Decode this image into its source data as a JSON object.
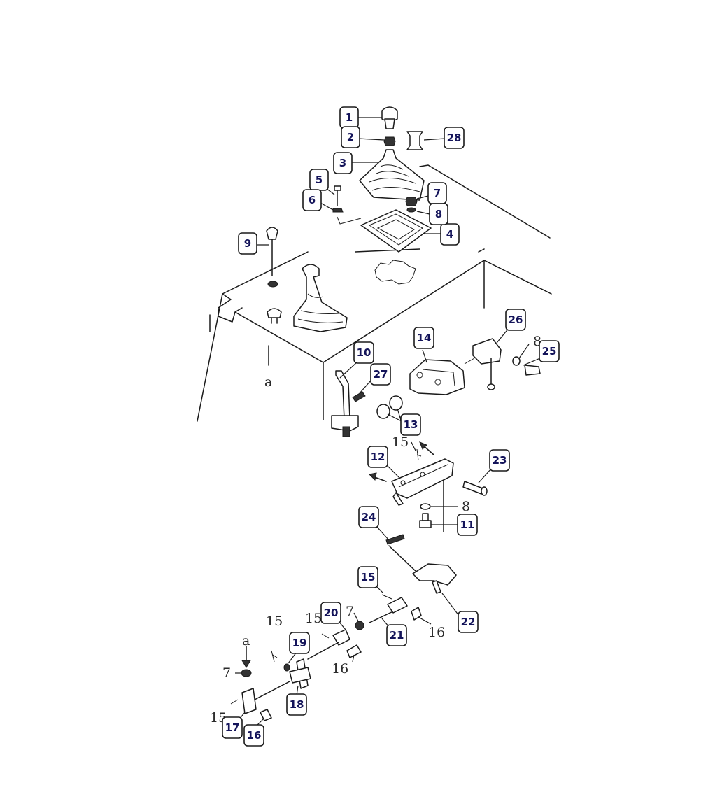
{
  "callouts": [
    {
      "id": "callout-1",
      "label": "1"
    },
    {
      "id": "callout-2",
      "label": "2"
    },
    {
      "id": "callout-3",
      "label": "3"
    },
    {
      "id": "callout-4",
      "label": "4"
    },
    {
      "id": "callout-5",
      "label": "5"
    },
    {
      "id": "callout-6",
      "label": "6"
    },
    {
      "id": "callout-7",
      "label": "7"
    },
    {
      "id": "callout-8",
      "label": "8"
    },
    {
      "id": "callout-9",
      "label": "9"
    },
    {
      "id": "callout-10",
      "label": "10"
    },
    {
      "id": "callout-11",
      "label": "11"
    },
    {
      "id": "callout-12",
      "label": "12"
    },
    {
      "id": "callout-13",
      "label": "13"
    },
    {
      "id": "callout-14",
      "label": "14"
    },
    {
      "id": "callout-15",
      "label": "15"
    },
    {
      "id": "callout-16a",
      "label": "16"
    },
    {
      "id": "callout-17",
      "label": "17"
    },
    {
      "id": "callout-18",
      "label": "18"
    },
    {
      "id": "callout-19",
      "label": "19"
    },
    {
      "id": "callout-20",
      "label": "20"
    },
    {
      "id": "callout-21",
      "label": "21"
    },
    {
      "id": "callout-22",
      "label": "22"
    },
    {
      "id": "callout-23",
      "label": "23"
    },
    {
      "id": "callout-24",
      "label": "24"
    },
    {
      "id": "callout-25",
      "label": "25"
    },
    {
      "id": "callout-26",
      "label": "26"
    },
    {
      "id": "callout-27",
      "label": "27"
    },
    {
      "id": "callout-28",
      "label": "28"
    }
  ],
  "plain_labels": {
    "a_top": "a",
    "a_bottom": "a",
    "n8_right": "8",
    "n8_mid": "8",
    "n15_mid": "15",
    "n15_left": "15",
    "n15_left2": "15",
    "n15_bottom": "15",
    "n7_mid": "7",
    "n7_left": "7",
    "n16_right": "16",
    "n16_mid": "16"
  }
}
